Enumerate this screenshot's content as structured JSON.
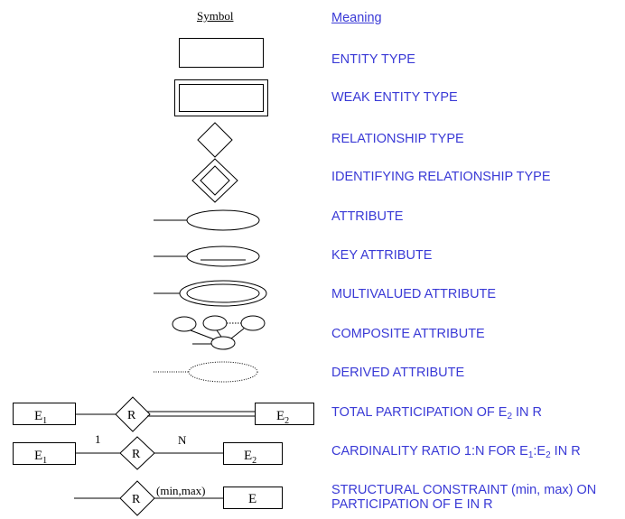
{
  "headers": {
    "symbol": "Symbol",
    "meaning": "Meaning"
  },
  "rows": [
    {
      "id": "entity-type",
      "meaning": "ENTITY TYPE"
    },
    {
      "id": "weak-entity-type",
      "meaning": "WEAK ENTITY TYPE"
    },
    {
      "id": "relationship-type",
      "meaning": "RELATIONSHIP TYPE"
    },
    {
      "id": "identifying-relationship-type",
      "meaning": "IDENTIFYING RELATIONSHIP TYPE"
    },
    {
      "id": "attribute",
      "meaning": "ATTRIBUTE"
    },
    {
      "id": "key-attribute",
      "meaning": "KEY ATTRIBUTE"
    },
    {
      "id": "multivalued-attribute",
      "meaning": "MULTIVALUED ATTRIBUTE"
    },
    {
      "id": "composite-attribute",
      "meaning": "COMPOSITE ATTRIBUTE"
    },
    {
      "id": "derived-attribute",
      "meaning": "DERIVED ATTRIBUTE"
    },
    {
      "id": "total-participation",
      "meaning_parts": [
        "TOTAL PARTICIPATION OF E",
        "2",
        " IN R"
      ]
    },
    {
      "id": "cardinality-ratio",
      "meaning_parts": [
        "CARDINALITY RATIO 1:N FOR E",
        "1",
        ":E",
        "2",
        " IN R"
      ]
    },
    {
      "id": "structural-constraint",
      "meaning_lines": [
        "STRUCTURAL CONSTRAINT (min, max) ON",
        "PARTICIPATION OF E IN R"
      ]
    }
  ],
  "diagram_labels": {
    "e": "E",
    "sub1": "1",
    "sub2": "2",
    "r": "R",
    "one": "1",
    "n": "N",
    "min_max": "(min,max)"
  },
  "colors": {
    "meaning_text": "#3a3ad6",
    "symbol_stroke": "#000000",
    "symbol_text": "#000000"
  }
}
